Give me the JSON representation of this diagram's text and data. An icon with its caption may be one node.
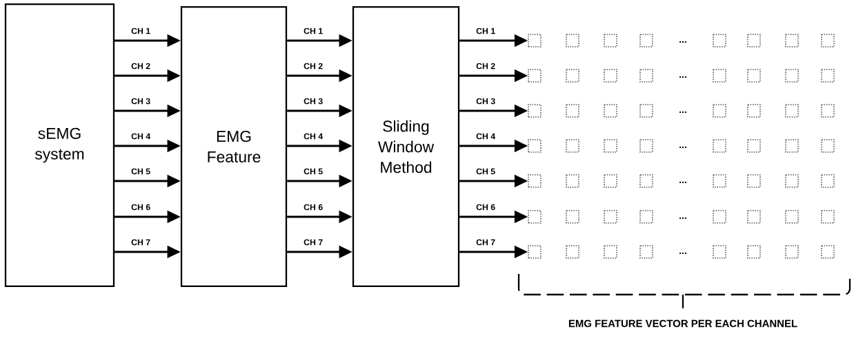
{
  "diagram": {
    "nodes": [
      {
        "text": [
          "sEMG system"
        ]
      },
      {
        "text": [
          "EMG Feature"
        ]
      },
      {
        "text": [
          "Sliding Window Method"
        ]
      },
      {
        "text": [],
        "shape": "box"
      },
      {
        "text": [],
        "shape": "box"
      },
      {
        "text": [],
        "shape": "box"
      },
      {
        "text": [],
        "shape": "box"
      },
      {
        "text": [],
        "shape": "box"
      },
      {
        "text": [],
        "shape": "box"
      },
      {
        "text": [],
        "shape": "box"
      }
    ],
    "edges": [
      {
        "from": 0,
        "to": 1,
        "arrow": "to",
        "label": "CH 1"
      },
      {
        "from": 0,
        "to": 1,
        "arrow": "to",
        "label": "CH 2"
      },
      {
        "from": 0,
        "to": 1,
        "arrow": "to",
        "label": "CH 3"
      },
      {
        "from": 0,
        "to": 1,
        "arrow": "to",
        "label": "CH 4"
      },
      {
        "from": 0,
        "to": 1,
        "arrow": "to",
        "label": "CH 5"
      },
      {
        "from": 0,
        "to": 1,
        "arrow": "to",
        "label": "CH 6"
      },
      {
        "from": 0,
        "to": 1,
        "arrow": "to",
        "label": "CH 7"
      },
      {
        "from": 1,
        "to": 2,
        "arrow": "to",
        "label": "CH 1"
      },
      {
        "from": 1,
        "to": 2,
        "arrow": "to",
        "label": "CH 2"
      },
      {
        "from": 1,
        "to": 2,
        "arrow": "to",
        "label": "CH 3"
      },
      {
        "from": 1,
        "to": 2,
        "arrow": "to",
        "label": "CH 4"
      },
      {
        "from": 1,
        "to": 2,
        "arrow": "to",
        "label": "CH 5"
      },
      {
        "from": 1,
        "to": 2,
        "arrow": "to",
        "label": "CH 6"
      },
      {
        "from": 1,
        "to": 2,
        "arrow": "to",
        "label": "CH 7"
      },
      {
        "from": 2,
        "to": 3,
        "arrow": "to",
        "label": "CH 1"
      },
      {
        "from": 2,
        "to": 4,
        "arrow": "to",
        "label": "CH 2"
      },
      {
        "from": 2,
        "to": 5,
        "arrow": "to",
        "label": "CH 3"
      },
      {
        "from": 2,
        "to": 6,
        "arrow": "to",
        "label": "CH 4"
      },
      {
        "from": 2,
        "to": 7,
        "arrow": "to",
        "label": "CH 5"
      },
      {
        "from": 2,
        "to": 8,
        "arrow": "to",
        "label": "CH 6"
      },
      {
        "from": 2,
        "to": 9,
        "arrow": "to",
        "label": "CH 7"
      }
    ],
    "labels": [
      "...",
      "...",
      "...",
      "...",
      "...",
      "...",
      "...",
      "EMG FEATURE VECTOR PER EACH CHANNEL"
    ]
  }
}
